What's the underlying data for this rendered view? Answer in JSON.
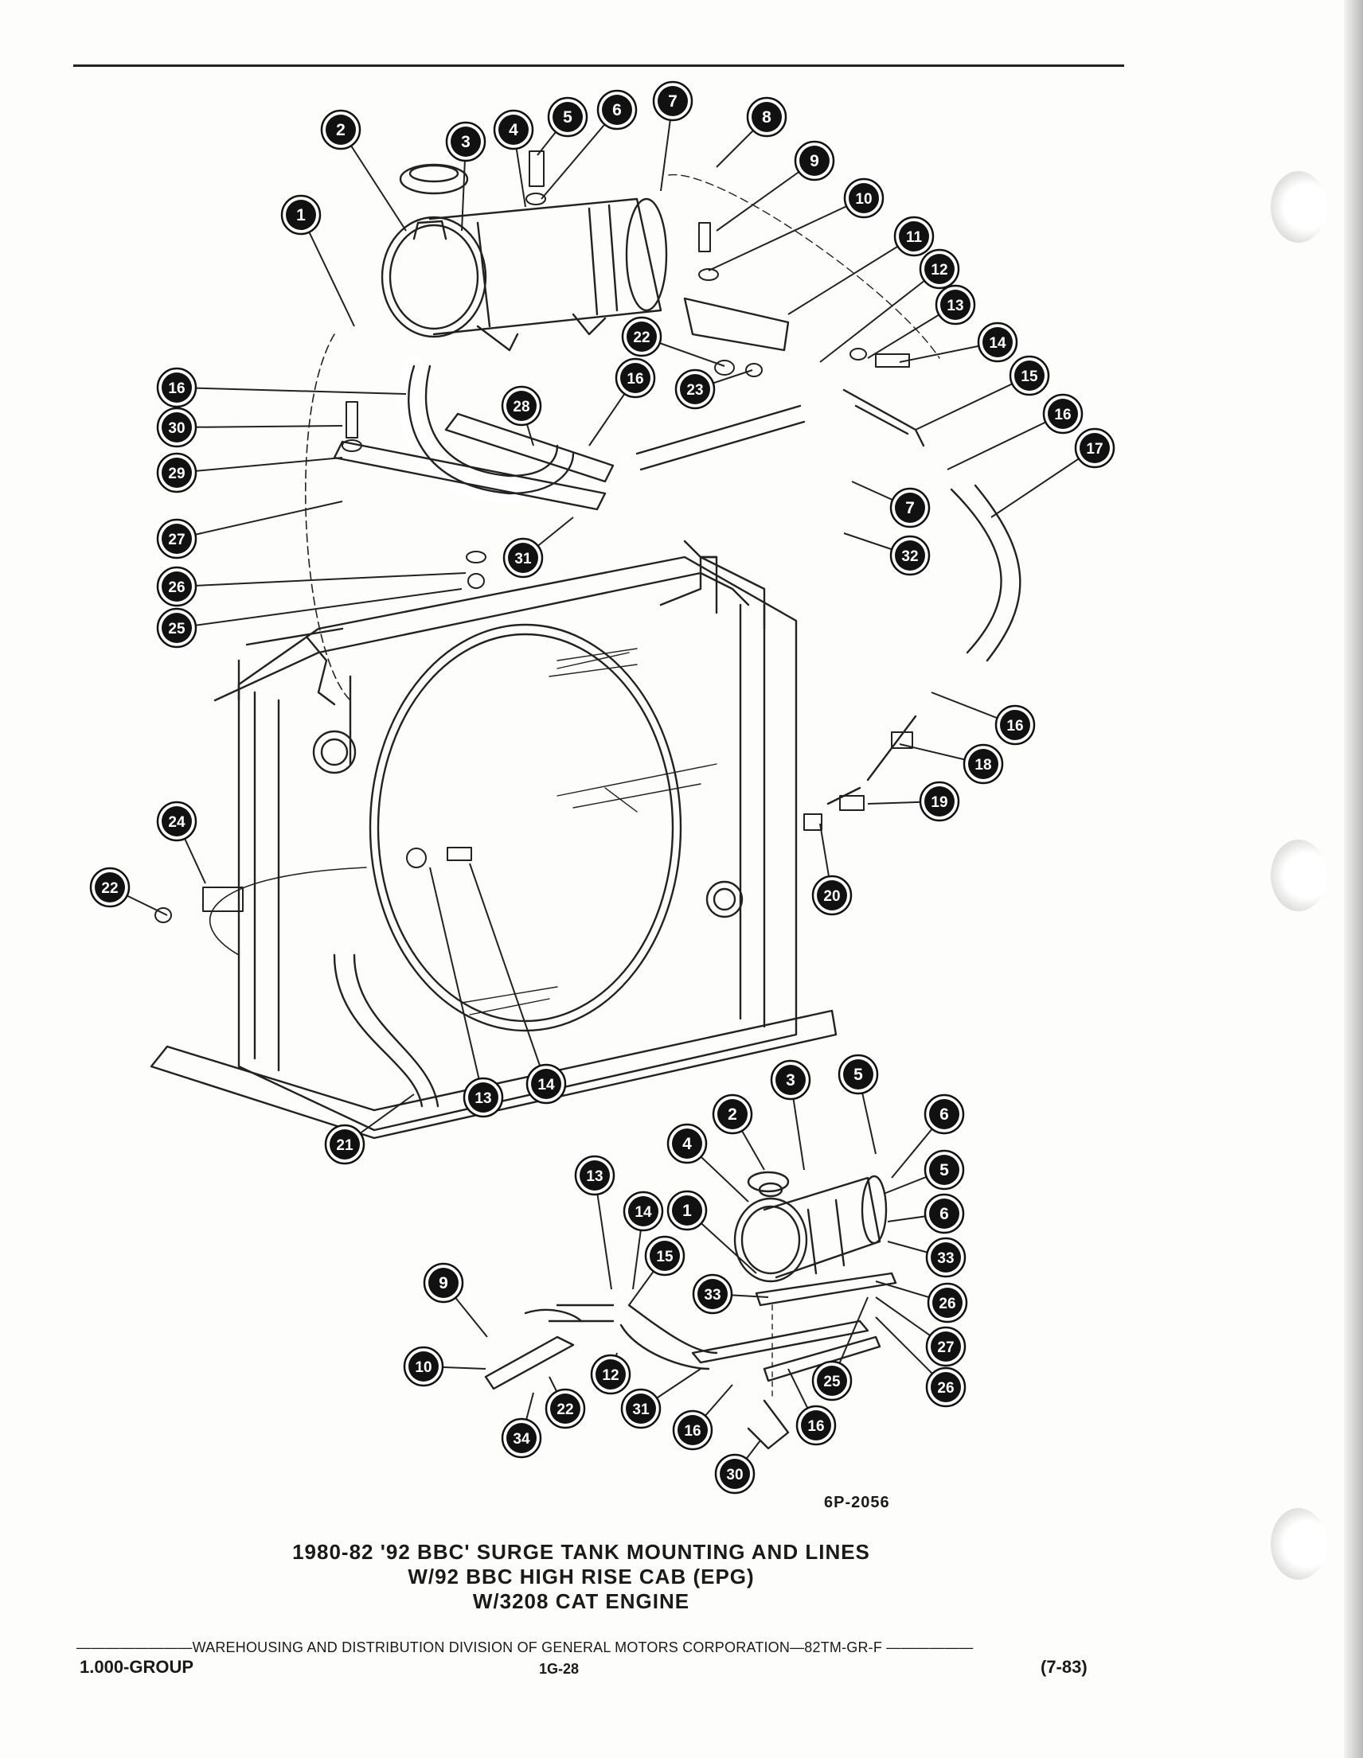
{
  "figure": {
    "id": "6P-2056",
    "caption_lines": [
      "1980-82 '92 BBC' SURGE TANK MOUNTING AND LINES",
      "W/92 BBC HIGH RISE CAB (EPG)",
      "W/3208 CAT ENGINE"
    ]
  },
  "callouts": {
    "main": [
      "2",
      "3",
      "4",
      "5",
      "6",
      "7",
      "8",
      "9",
      "10",
      "11",
      "12",
      "13",
      "14",
      "15",
      "16",
      "17",
      "1",
      "22",
      "23",
      "16",
      "16",
      "30",
      "29",
      "28",
      "27",
      "31",
      "26",
      "25",
      "7",
      "32",
      "16",
      "18",
      "19",
      "24",
      "22",
      "20",
      "13",
      "14",
      "21"
    ],
    "detail": [
      "3",
      "5",
      "2",
      "6",
      "4",
      "5",
      "13",
      "14",
      "1",
      "6",
      "15",
      "33",
      "33",
      "26",
      "9",
      "27",
      "10",
      "12",
      "31",
      "25",
      "26",
      "22",
      "16",
      "16",
      "34",
      "30"
    ]
  },
  "footer": {
    "line": "WAREHOUSING AND DISTRIBUTION DIVISION OF GENERAL MOTORS CORPORATION—82TM-GR-F",
    "group": "1.000-GROUP",
    "page": "1G-28",
    "date": "(7-83)"
  }
}
